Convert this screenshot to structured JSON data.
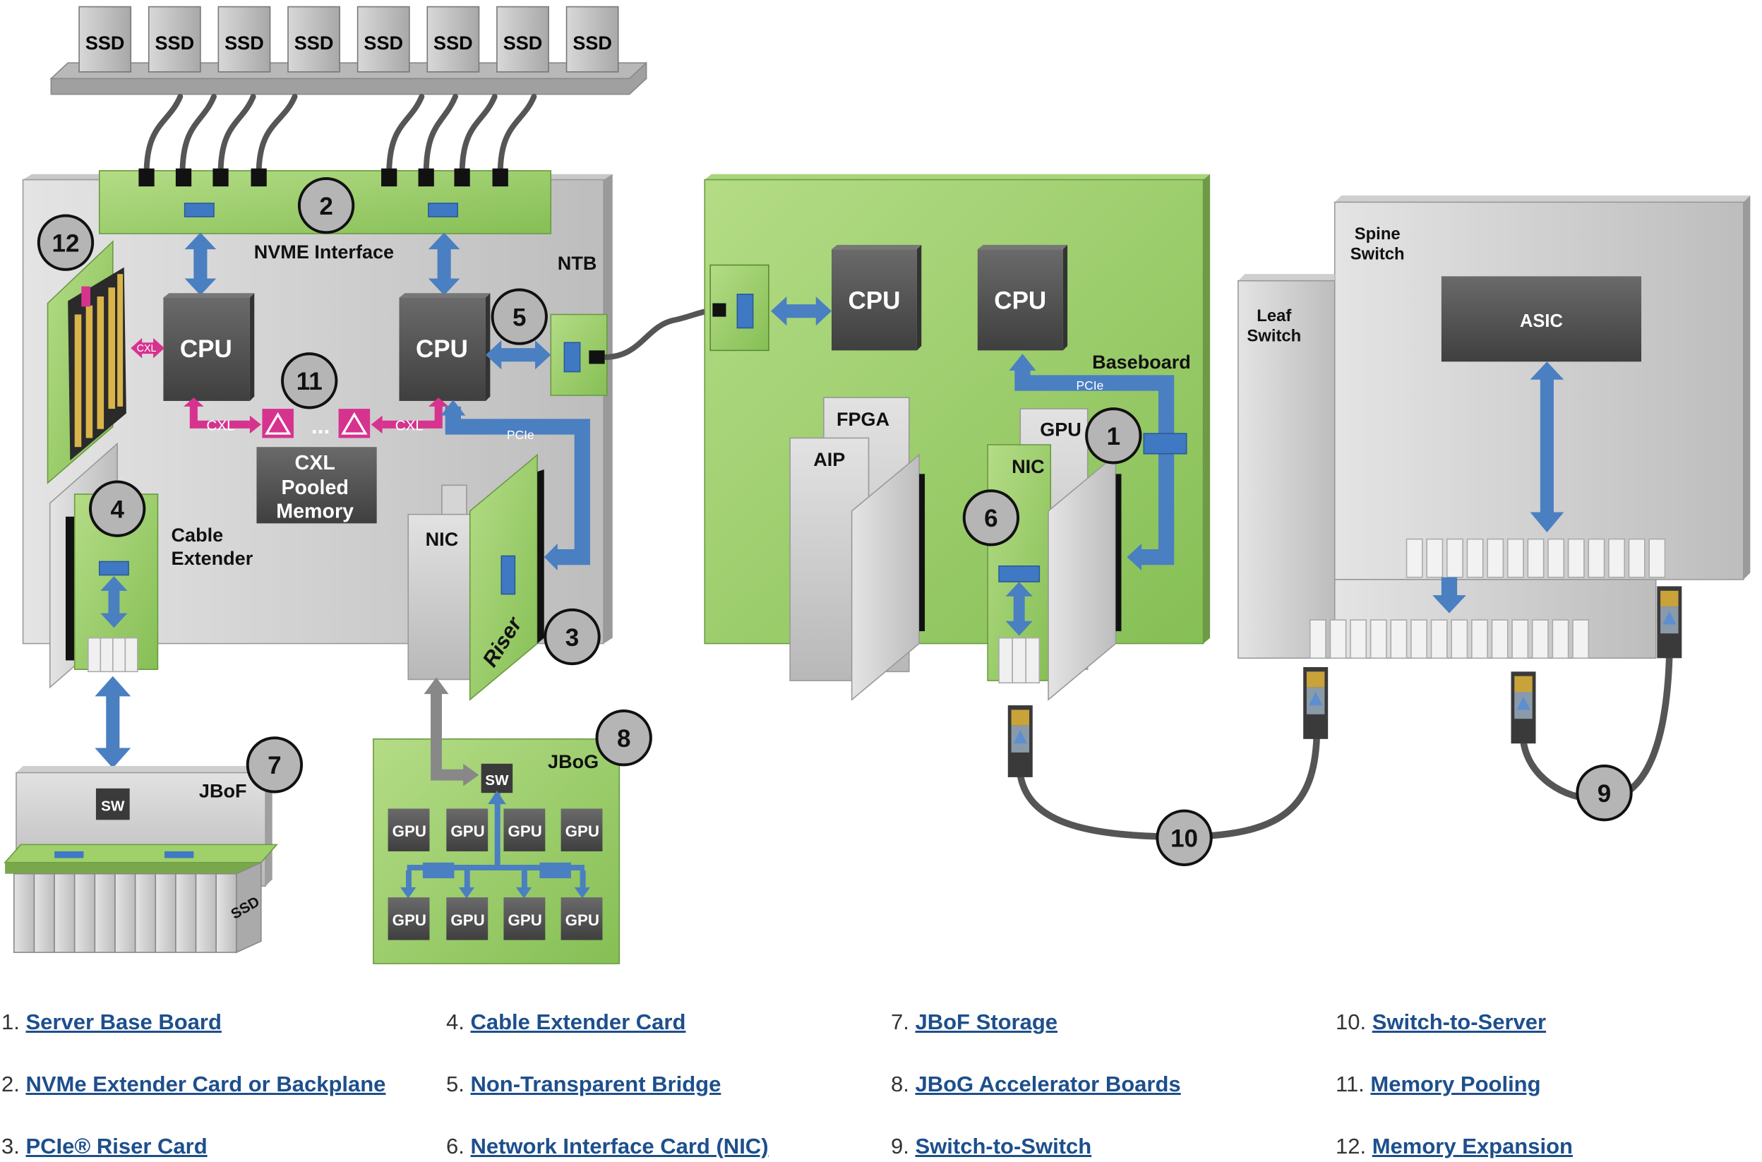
{
  "diagram": {
    "ssd_label": "SSD",
    "nvme_interface": "NVME Interface",
    "ntb": "NTB",
    "cpu": "CPU",
    "cxl": "CXL",
    "cxl_pool": [
      "CXL",
      "Pooled",
      "Memory"
    ],
    "cable_extender": [
      "Cable",
      "Extender"
    ],
    "nic": "NIC",
    "riser": "Riser",
    "baseboard": "Baseboard",
    "pcie": "PCIe",
    "fpga": "FPGA",
    "aip": "AIP",
    "gpu": "GPU",
    "leaf_switch": [
      "Leaf",
      "Switch"
    ],
    "spine_switch": [
      "Spine",
      "Switch"
    ],
    "asic": "ASIC",
    "sw": "SW",
    "jbof": "JBoF",
    "jbog": "JBoG",
    "ellipsis": "...",
    "markers": [
      "1",
      "2",
      "3",
      "4",
      "5",
      "6",
      "7",
      "8",
      "9",
      "10",
      "11",
      "12"
    ]
  },
  "legend": {
    "items": [
      {
        "num": "1.",
        "label": "Server Base Board"
      },
      {
        "num": "2.",
        "label": "NVMe Extender Card or Backplane"
      },
      {
        "num": "3.",
        "label": "PCIe® Riser Card"
      },
      {
        "num": "4.",
        "label": "Cable Extender Card"
      },
      {
        "num": "5.",
        "label": "Non-Transparent Bridge"
      },
      {
        "num": "6.",
        "label": "Network Interface Card (NIC)"
      },
      {
        "num": "7.",
        "label": "JBoF Storage"
      },
      {
        "num": "8.",
        "label": "JBoG Accelerator Boards"
      },
      {
        "num": "9.",
        "label": "Switch-to-Switch"
      },
      {
        "num": "10.",
        "label": "Switch-to-Server"
      },
      {
        "num": "11.",
        "label": "Memory Pooling"
      },
      {
        "num": "12.",
        "label": "Memory Expansion"
      }
    ]
  },
  "colors": {
    "board_green": "#8fc65f",
    "chassis_gray": "#d0d0d0",
    "chip_dark": "#505050",
    "arrow_blue": "#4a7fc1",
    "cxl_magenta": "#d6338f",
    "link_blue": "#1d4f8c"
  }
}
